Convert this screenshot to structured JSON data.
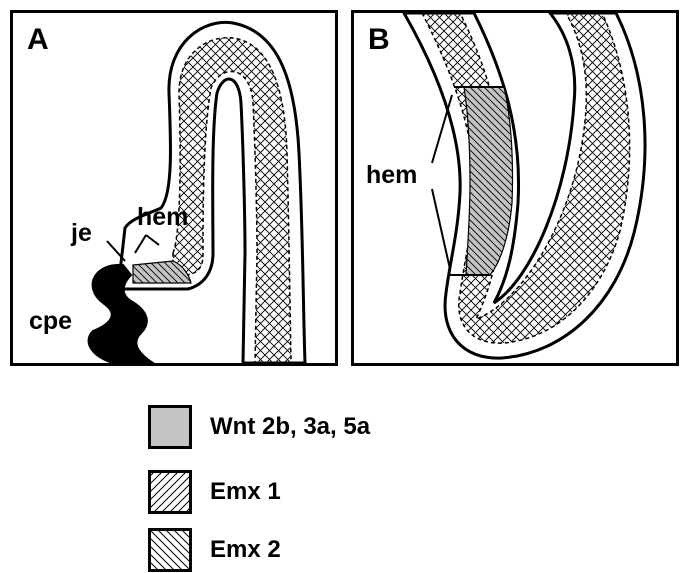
{
  "panel_a": {
    "label": "A",
    "labels": {
      "hem": "hem",
      "je": "je",
      "cpe": "cpe"
    }
  },
  "panel_b": {
    "label": "B",
    "labels": {
      "hem": "hem"
    }
  },
  "legend": {
    "items": [
      {
        "label": "Wnt 2b, 3a, 5a",
        "pattern": "solid-gray"
      },
      {
        "label": "Emx 1",
        "pattern": "diagonal-forward"
      },
      {
        "label": "Emx 2",
        "pattern": "diagonal-back"
      }
    ]
  },
  "colors": {
    "stroke": "#000000",
    "wnt_fill": "#c4c4c4",
    "background": "#ffffff"
  }
}
